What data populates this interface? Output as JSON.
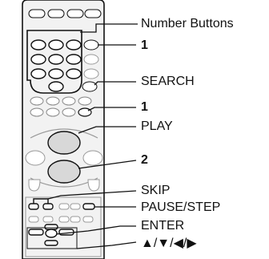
{
  "labels": {
    "number_buttons": "Number Buttons",
    "step1_top": "1",
    "search": "SEARCH",
    "step1_mid": "1",
    "play": "PLAY",
    "step2": "2",
    "skip": "SKIP",
    "pause_step": "PAUSE/STEP",
    "enter": "ENTER",
    "cursor": "▲/▼/◀/▶"
  },
  "colors": {
    "line": "#111111",
    "remote_body": "#f2f2f2",
    "button_fill": "#ffffff",
    "highlight_fill": "#d8d8d8"
  }
}
